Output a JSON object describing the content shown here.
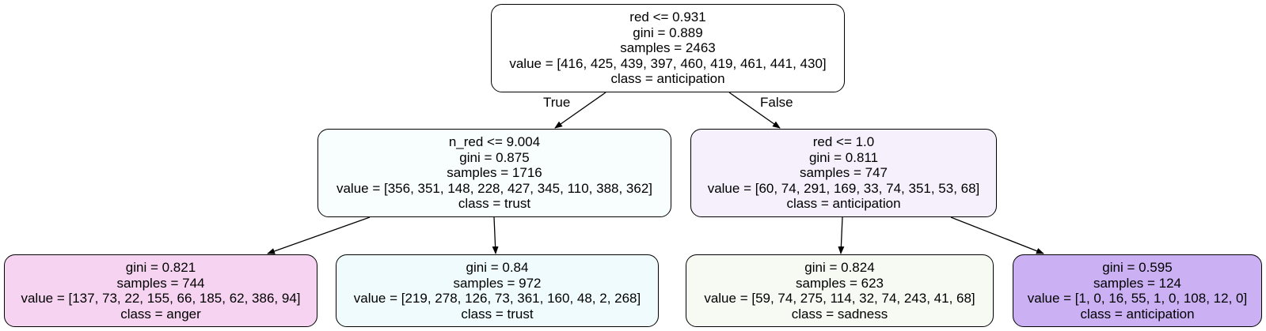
{
  "tree": {
    "root": {
      "split": "red <= 0.931",
      "gini": "gini = 0.889",
      "samples": "samples = 2463",
      "value": "value = [416, 425, 439, 397, 460, 419, 461, 441, 430]",
      "class": "class = anticipation",
      "fill": "#ffffff"
    },
    "left": {
      "split": "n_red <= 9.004",
      "gini": "gini = 0.875",
      "samples": "samples = 1716",
      "value": "value = [356, 351, 148, 228, 427, 345, 110, 388, 362]",
      "class": "class = trust",
      "fill": "#f8fdfe"
    },
    "right": {
      "split": "red <= 1.0",
      "gini": "gini = 0.811",
      "samples": "samples = 747",
      "value": "value = [60, 74, 291, 169, 33, 74, 351, 53, 68]",
      "class": "class = anticipation",
      "fill": "#f5f0fc"
    },
    "leaf_ll": {
      "gini": "gini = 0.821",
      "samples": "samples = 744",
      "value": "value = [137, 73, 22, 155, 66, 185, 62, 386, 94]",
      "class": "class = anger",
      "fill": "#f7d3f2"
    },
    "leaf_lr": {
      "gini": "gini = 0.84",
      "samples": "samples = 972",
      "value": "value = [219, 278, 126, 73, 361, 160, 48, 2, 268]",
      "class": "class = trust",
      "fill": "#effbfc"
    },
    "leaf_rl": {
      "gini": "gini = 0.824",
      "samples": "samples = 623",
      "value": "value = [59, 74, 275, 114, 32, 74, 243, 41, 68]",
      "class": "class = sadness",
      "fill": "#f6faf3"
    },
    "leaf_rr": {
      "gini": "gini = 0.595",
      "samples": "samples = 124",
      "value": "value = [1, 0, 16, 55, 1, 0, 108, 12, 0]",
      "class": "class = anticipation",
      "fill": "#cbb1f4"
    },
    "edge_labels": {
      "true": "True",
      "false": "False"
    }
  }
}
